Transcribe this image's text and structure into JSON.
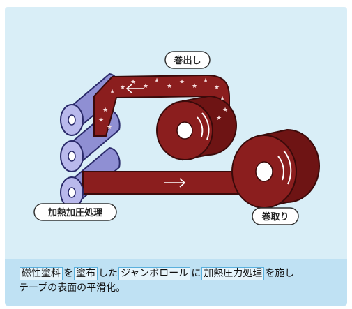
{
  "labels": {
    "unwind": "巻出し",
    "process": "加熱加圧処理",
    "takeup": "巻取り"
  },
  "caption": {
    "term1": "磁性塗料",
    "p1": "を",
    "term2": "塗布",
    "p2": "した",
    "term3": "ジャンボロール",
    "p3": "に",
    "term4": "加熱圧力処理",
    "p4": "を施し",
    "line2": "テープの表面の平滑化。"
  },
  "colors": {
    "background": "#d9eef7",
    "caption_bar": "#bfe1f3",
    "tape": "#8b1e1e",
    "roller": "#8f8fd3",
    "term_border": "#5ab0dd"
  },
  "icons": [
    "left-arrow-icon",
    "right-arrow-icon",
    "star-pattern-icon"
  ]
}
